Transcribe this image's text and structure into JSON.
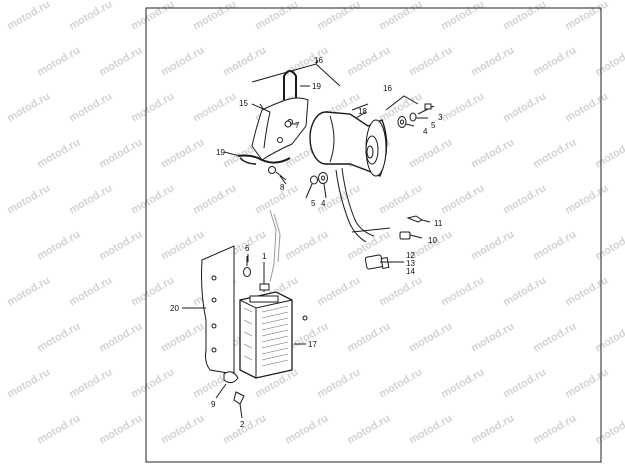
{
  "watermark": "motod.ru",
  "callouts": {
    "c1": "1",
    "c2": "2",
    "c3": "3",
    "c4a": "4",
    "c4b": "4",
    "c5a": "5",
    "c5b": "5",
    "c6": "6",
    "c7": "7",
    "c8": "8",
    "c9": "9",
    "c10": "10",
    "c11": "11",
    "c12": "12",
    "c13": "13",
    "c14": "14",
    "c15": "15",
    "c16a": "16",
    "c16b": "16",
    "c17": "17",
    "c18": "18",
    "c19a": "19",
    "c19b": "19",
    "c20": "20"
  },
  "colors": {
    "line": "#1a1a1a",
    "watermark": "#d3d3d3",
    "paper": "#ffffff"
  }
}
